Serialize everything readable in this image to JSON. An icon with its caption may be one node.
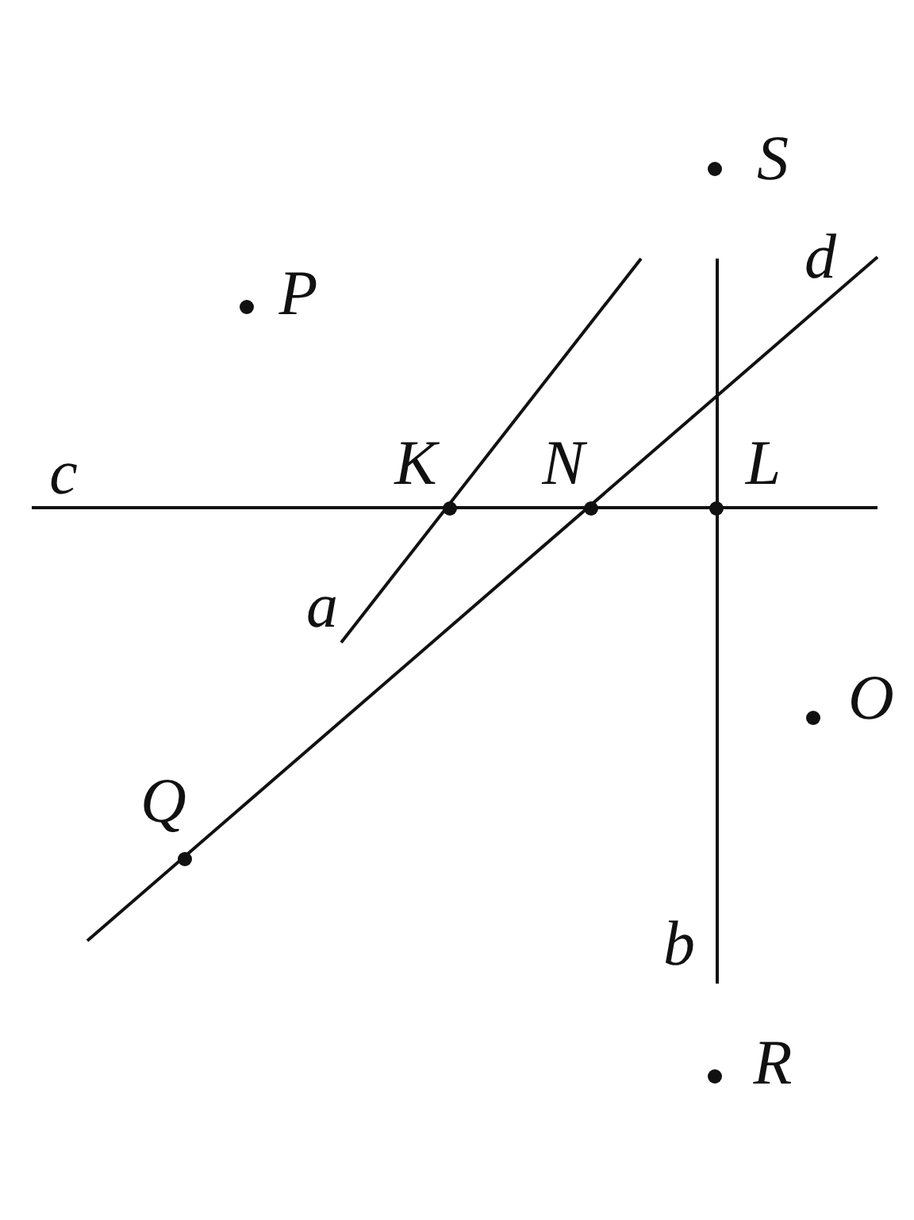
{
  "diagram": {
    "nodes": [
      {
        "text": [
          "S"
        ]
      },
      {
        "text": [
          "P"
        ]
      },
      {
        "text": [
          "K"
        ]
      },
      {
        "text": [
          "N"
        ]
      },
      {
        "text": [
          "L"
        ]
      },
      {
        "text": [
          "O"
        ]
      },
      {
        "text": [
          "Q"
        ]
      },
      {
        "text": [
          "R"
        ]
      }
    ],
    "labels": [
      "d",
      "c",
      "a",
      "b"
    ]
  }
}
